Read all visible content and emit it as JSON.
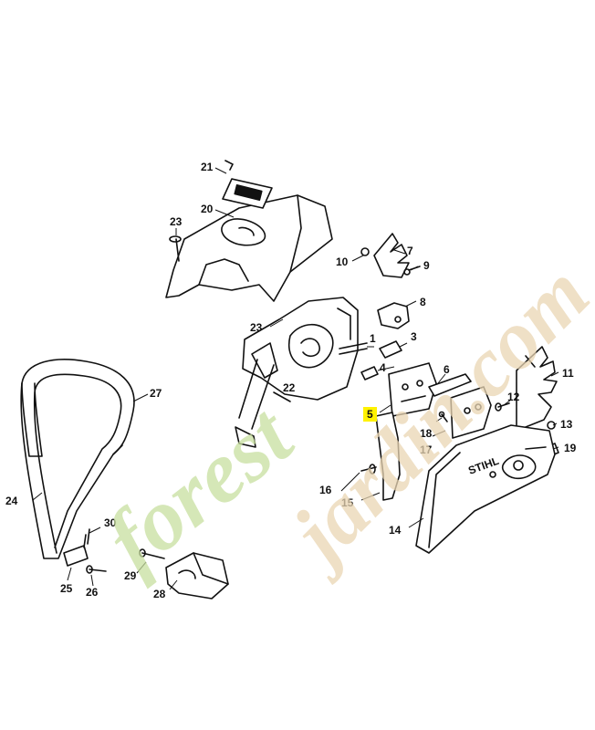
{
  "watermark": {
    "part1": "forest",
    "part2": "jardin.com",
    "color1": "#c8dfa0",
    "color2": "#ead6b4"
  },
  "highlight_color": "#fff200",
  "stamp_text": "STIHL",
  "labels": {
    "l1": "1",
    "l3": "3",
    "l4": "4",
    "l5": "5",
    "l6": "6",
    "l7": "7",
    "l8": "8",
    "l9": "9",
    "l10": "10",
    "l11": "11",
    "l12": "12",
    "l13": "13",
    "l14": "14",
    "l15": "15",
    "l16": "16",
    "l17": "17",
    "l18": "18",
    "l19": "19",
    "l20": "20",
    "l21": "21",
    "l22": "22",
    "l23a": "23",
    "l23b": "23",
    "l24": "24",
    "l25": "25",
    "l26": "26",
    "l27": "27",
    "l28": "28",
    "l29": "29",
    "l30": "30"
  }
}
